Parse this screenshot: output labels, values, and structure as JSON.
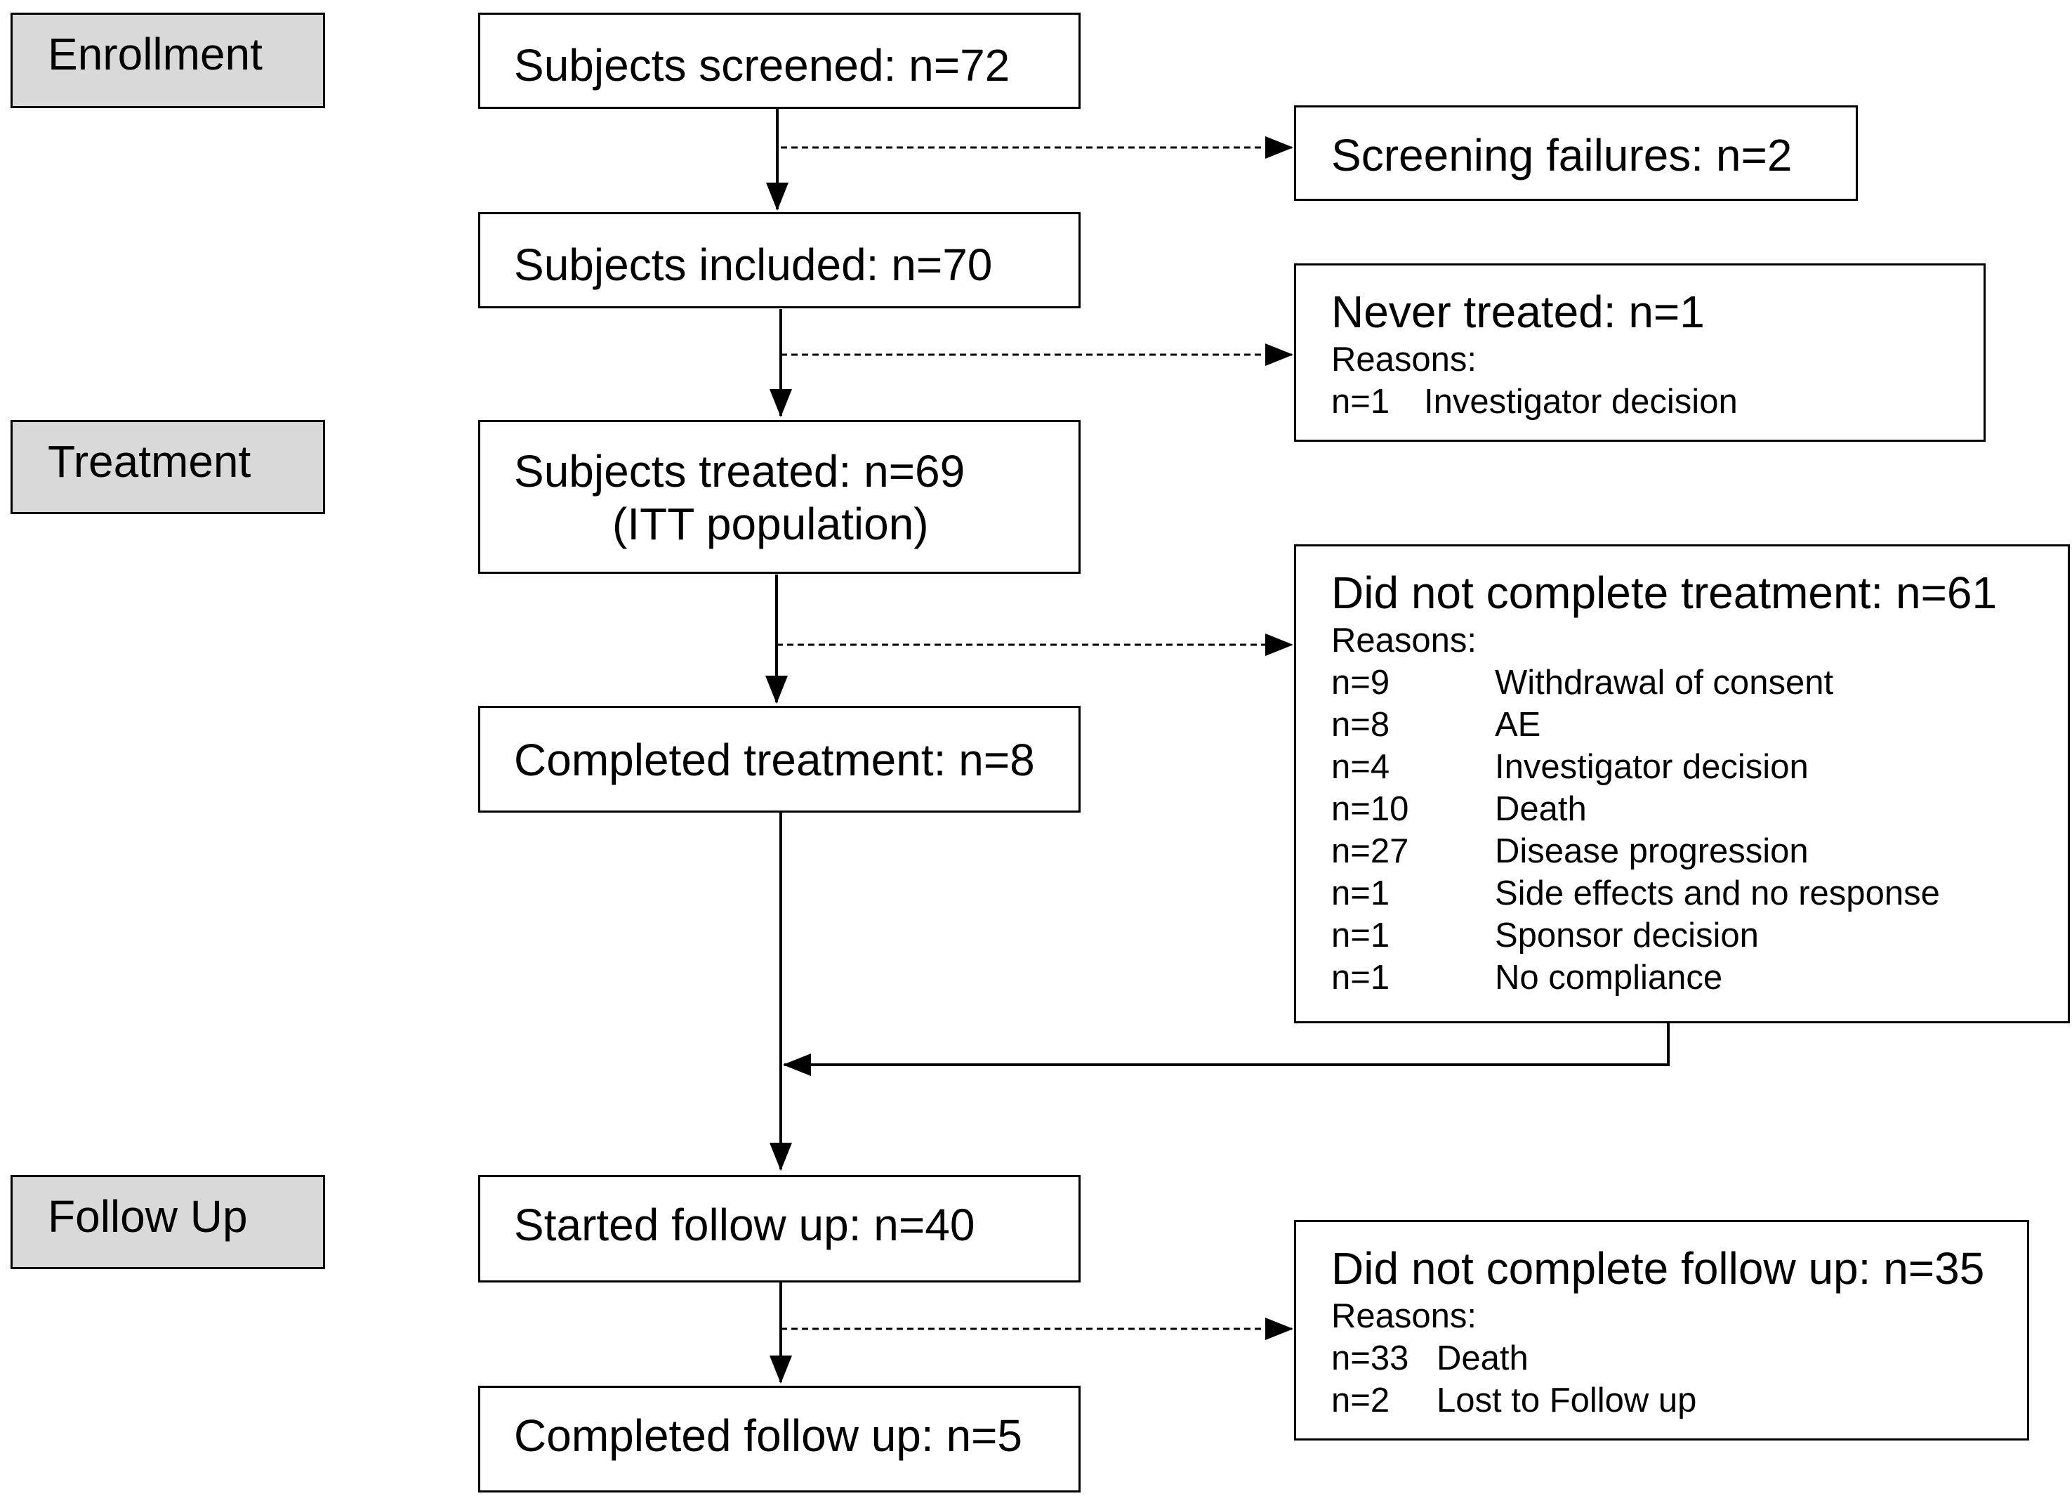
{
  "stages": {
    "enrollment": "Enrollment",
    "treatment": "Treatment",
    "follow_up": "Follow Up"
  },
  "flow": {
    "screened": "Subjects screened: n=72",
    "included": "Subjects included: n=70",
    "treated_line1": "Subjects treated: n=69",
    "treated_line2": "(ITT population)",
    "completed_treatment": "Completed treatment: n=8",
    "started_follow_up": "Started follow up: n=40",
    "completed_follow_up": "Completed follow up: n=5"
  },
  "exclusions": {
    "screening_failures": {
      "title": "Screening failures: n=2"
    },
    "never_treated": {
      "title": "Never treated: n=1",
      "reasons_label": "Reasons:",
      "reasons": [
        {
          "n": "n=1",
          "reason": "Investigator decision"
        }
      ]
    },
    "did_not_complete_treatment": {
      "title": "Did not complete treatment: n=61",
      "reasons_label": "Reasons:",
      "reasons": [
        {
          "n": "n=9",
          "reason": "Withdrawal of consent"
        },
        {
          "n": "n=8",
          "reason": "AE"
        },
        {
          "n": "n=4",
          "reason": "Investigator decision"
        },
        {
          "n": "n=10",
          "reason": "Death"
        },
        {
          "n": "n=27",
          "reason": "Disease progression"
        },
        {
          "n": "n=1",
          "reason": "Side effects and no response"
        },
        {
          "n": "n=1",
          "reason": "Sponsor decision"
        },
        {
          "n": "n=1",
          "reason": "No compliance"
        }
      ]
    },
    "did_not_complete_follow_up": {
      "title": "Did not complete follow up: n=35",
      "reasons_label": "Reasons:",
      "reasons": [
        {
          "n": "n=33",
          "reason": "Death"
        },
        {
          "n": "n=2",
          "reason": "Lost to Follow up"
        }
      ]
    }
  },
  "colors": {
    "stage_fill": "#d9d9d9",
    "line": "#000000"
  }
}
